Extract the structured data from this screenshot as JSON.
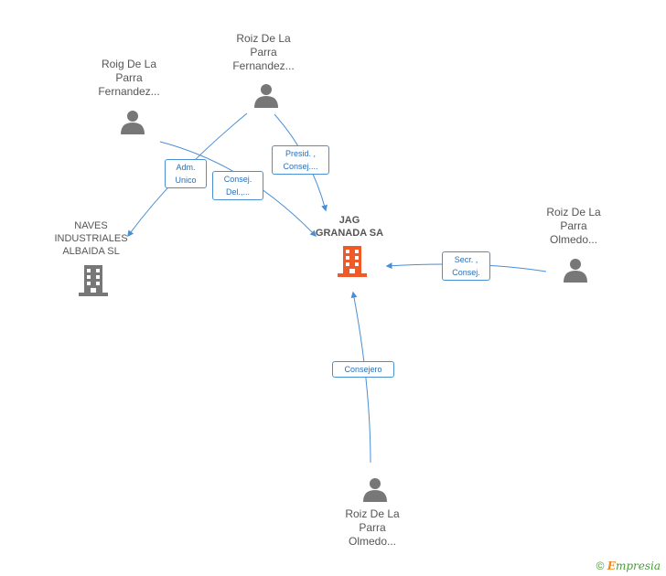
{
  "nodes": {
    "person_roig": {
      "lines": [
        "Roig De La",
        "Parra",
        "Fernandez..."
      ]
    },
    "person_roiz_top": {
      "lines": [
        "Roiz De La",
        "Parra",
        "Fernandez..."
      ]
    },
    "person_roiz_right": {
      "lines": [
        "Roiz De La",
        "Parra",
        "Olmedo..."
      ]
    },
    "person_roiz_bottom": {
      "lines": [
        "Roiz De La",
        "Parra",
        "Olmedo..."
      ]
    },
    "company_naves": {
      "lines": [
        "NAVES",
        "INDUSTRIALES",
        "ALBAIDA SL"
      ]
    },
    "company_jag": {
      "lines": [
        "JAG",
        "GRANADA SA"
      ]
    }
  },
  "edges": {
    "adm_unico": {
      "lines": [
        "Adm.",
        "Unico"
      ]
    },
    "consej_del": {
      "lines": [
        "Consej.",
        "Del.,..."
      ]
    },
    "presid": {
      "lines": [
        "Presid. ,",
        "Consej...."
      ]
    },
    "secr": {
      "lines": [
        "Secr. ,",
        "Consej."
      ]
    },
    "consejero": {
      "lines": [
        "Consejero"
      ]
    }
  },
  "footer": {
    "copyright": "©",
    "brand_e": "E",
    "brand_rest": "mpresia"
  },
  "colors": {
    "person_icon": "#777777",
    "company_icon": "#777777",
    "main_company_icon": "#f05a28",
    "edge": "#4a8fd4"
  }
}
